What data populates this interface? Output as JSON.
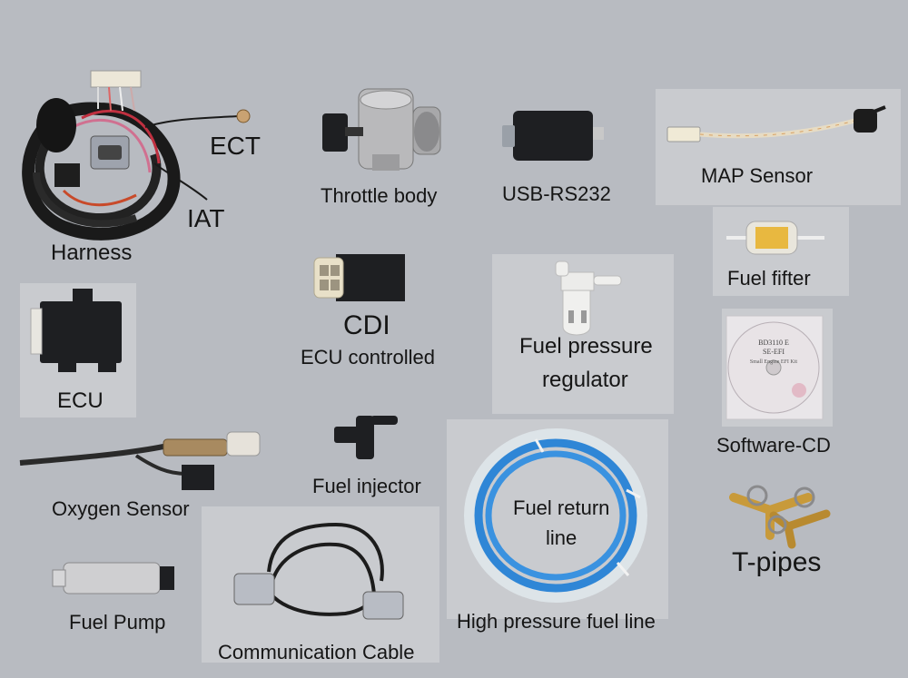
{
  "labels": {
    "harness": "Harness",
    "ect": "ECT",
    "iat": "IAT",
    "throttle_body": "Throttle body",
    "usb_rs232": "USB-RS232",
    "map_sensor": "MAP Sensor",
    "fuel_filter": "Fuel fifter",
    "cdi": "CDI",
    "ecu_controlled": "ECU controlled",
    "fuel_pressure_regulator_line1": "Fuel pressure",
    "fuel_pressure_regulator_line2": "regulator",
    "ecu": "ECU",
    "software_cd": "Software-CD",
    "oxygen_sensor": "Oxygen Sensor",
    "fuel_injector": "Fuel injector",
    "fuel_return_line_line1": "Fuel return",
    "fuel_return_line_line2": "line",
    "t_pipes": "T-pipes",
    "fuel_pump": "Fuel Pump",
    "communication_cable": "Communication Cable",
    "high_pressure_fuel_line": "High pressure fuel line"
  },
  "cd_label": {
    "line1": "BD3110 E",
    "line2": "SE-EFI",
    "line3": "Small Engine EFI Kit"
  },
  "colors": {
    "background": "#b8bbc1",
    "panel": "#c9cbcf",
    "black_part": "#1e1f22",
    "metal": "#b9b9bb",
    "blue_hose": "#2f86d6",
    "brass": "#c89a3a",
    "beige_connector": "#e8e0c8"
  }
}
